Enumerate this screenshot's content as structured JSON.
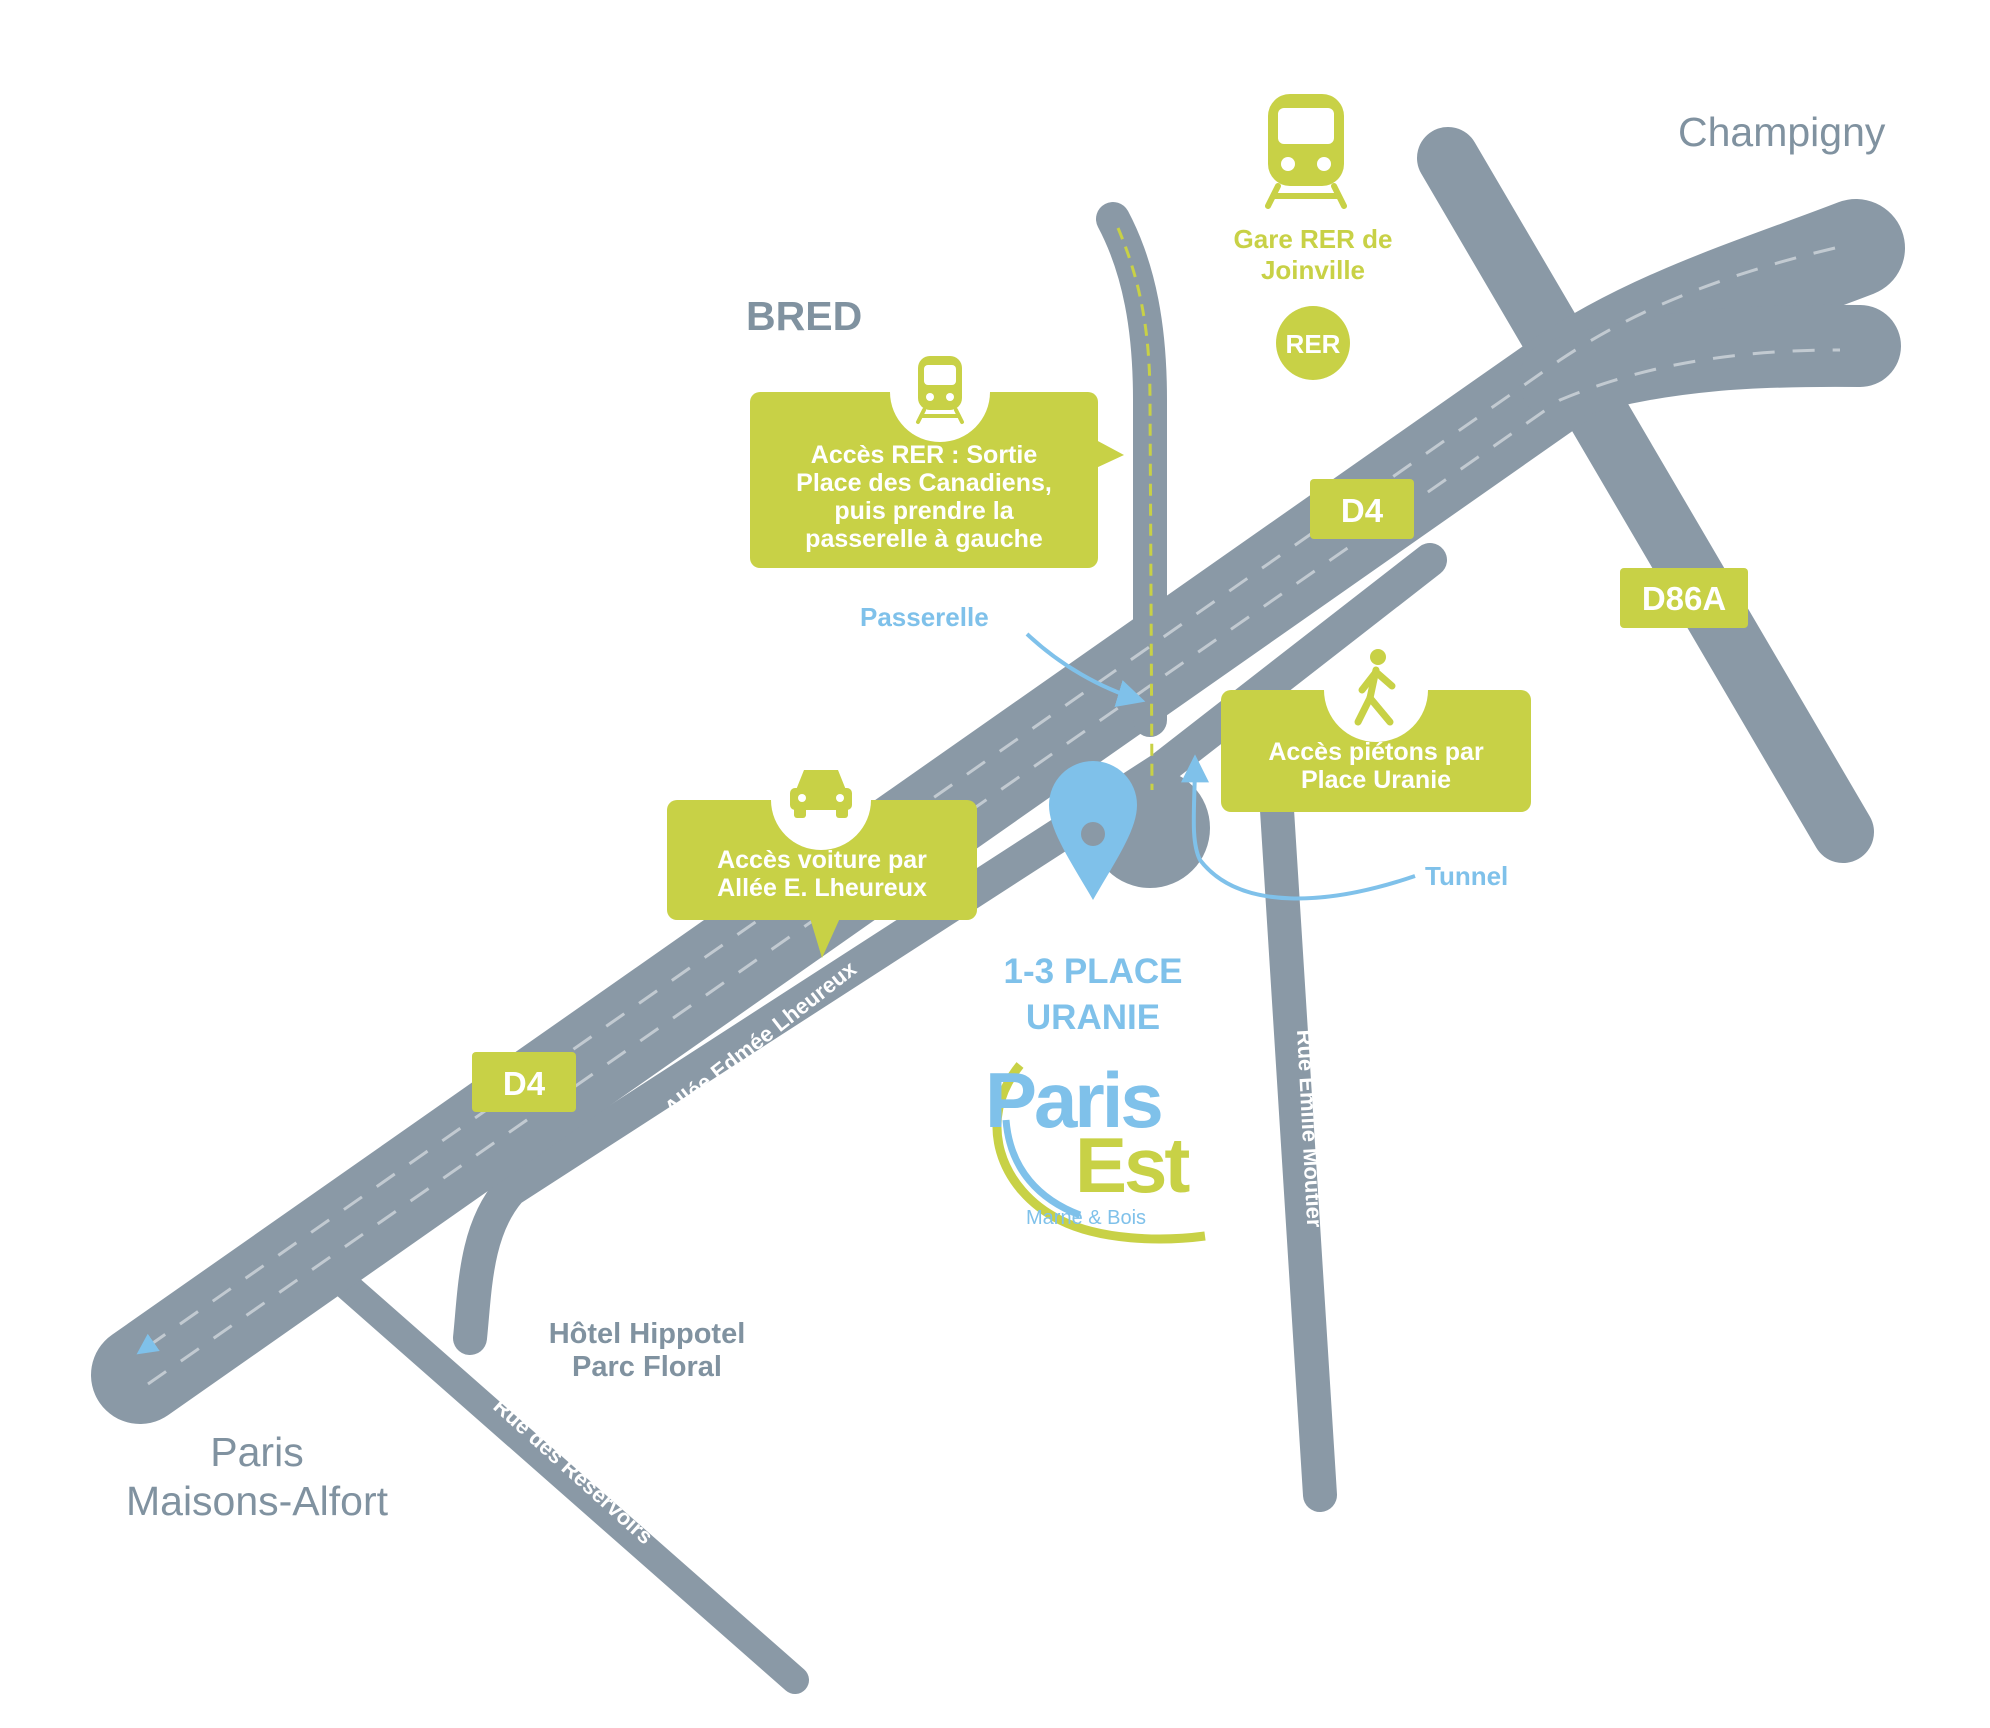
{
  "places": {
    "champigny": "Champigny",
    "bred": "BRED",
    "paris_line1": "Paris",
    "paris_line2": "Maisons-Alfort",
    "hotel_line1": "Hôtel Hippotel",
    "hotel_line2": "Parc Floral"
  },
  "road_badges": {
    "d4_upper": "D4",
    "d4_lower": "D4",
    "d86a": "D86A"
  },
  "street_labels": {
    "allee": "Allée Edmée Lheureux",
    "reservoirs": "Rue des Réservoirs",
    "emilie": "Rue Emilie Moutier"
  },
  "station": {
    "line1": "Gare RER de",
    "line2": "Joinville",
    "badge": "RER",
    "icon": "train-icon"
  },
  "callouts": {
    "rer": {
      "icon": "train-icon",
      "lines": [
        "Accès RER : Sortie",
        "Place des Canadiens,",
        "puis prendre la",
        "passerelle à gauche"
      ]
    },
    "pedestrian": {
      "icon": "pedestrian-icon",
      "lines": [
        "Accès piétons par",
        "Place Uranie"
      ]
    },
    "car": {
      "icon": "car-icon",
      "lines": [
        "Accès voiture par",
        "Allée E. Lheureux"
      ]
    }
  },
  "annotations": {
    "passerelle": "Passerelle",
    "tunnel": "Tunnel"
  },
  "destination": {
    "line1": "1-3 PLACE",
    "line2": "URANIE",
    "icon": "location-pin-icon"
  },
  "logo": {
    "word1": "Paris",
    "word2": "Est",
    "tagline": "Marne & Bois"
  },
  "colors": {
    "road": "#8a99a6",
    "accent_green": "#c8d146",
    "accent_blue": "#7fc1ea",
    "text_grey": "#8092a0"
  }
}
